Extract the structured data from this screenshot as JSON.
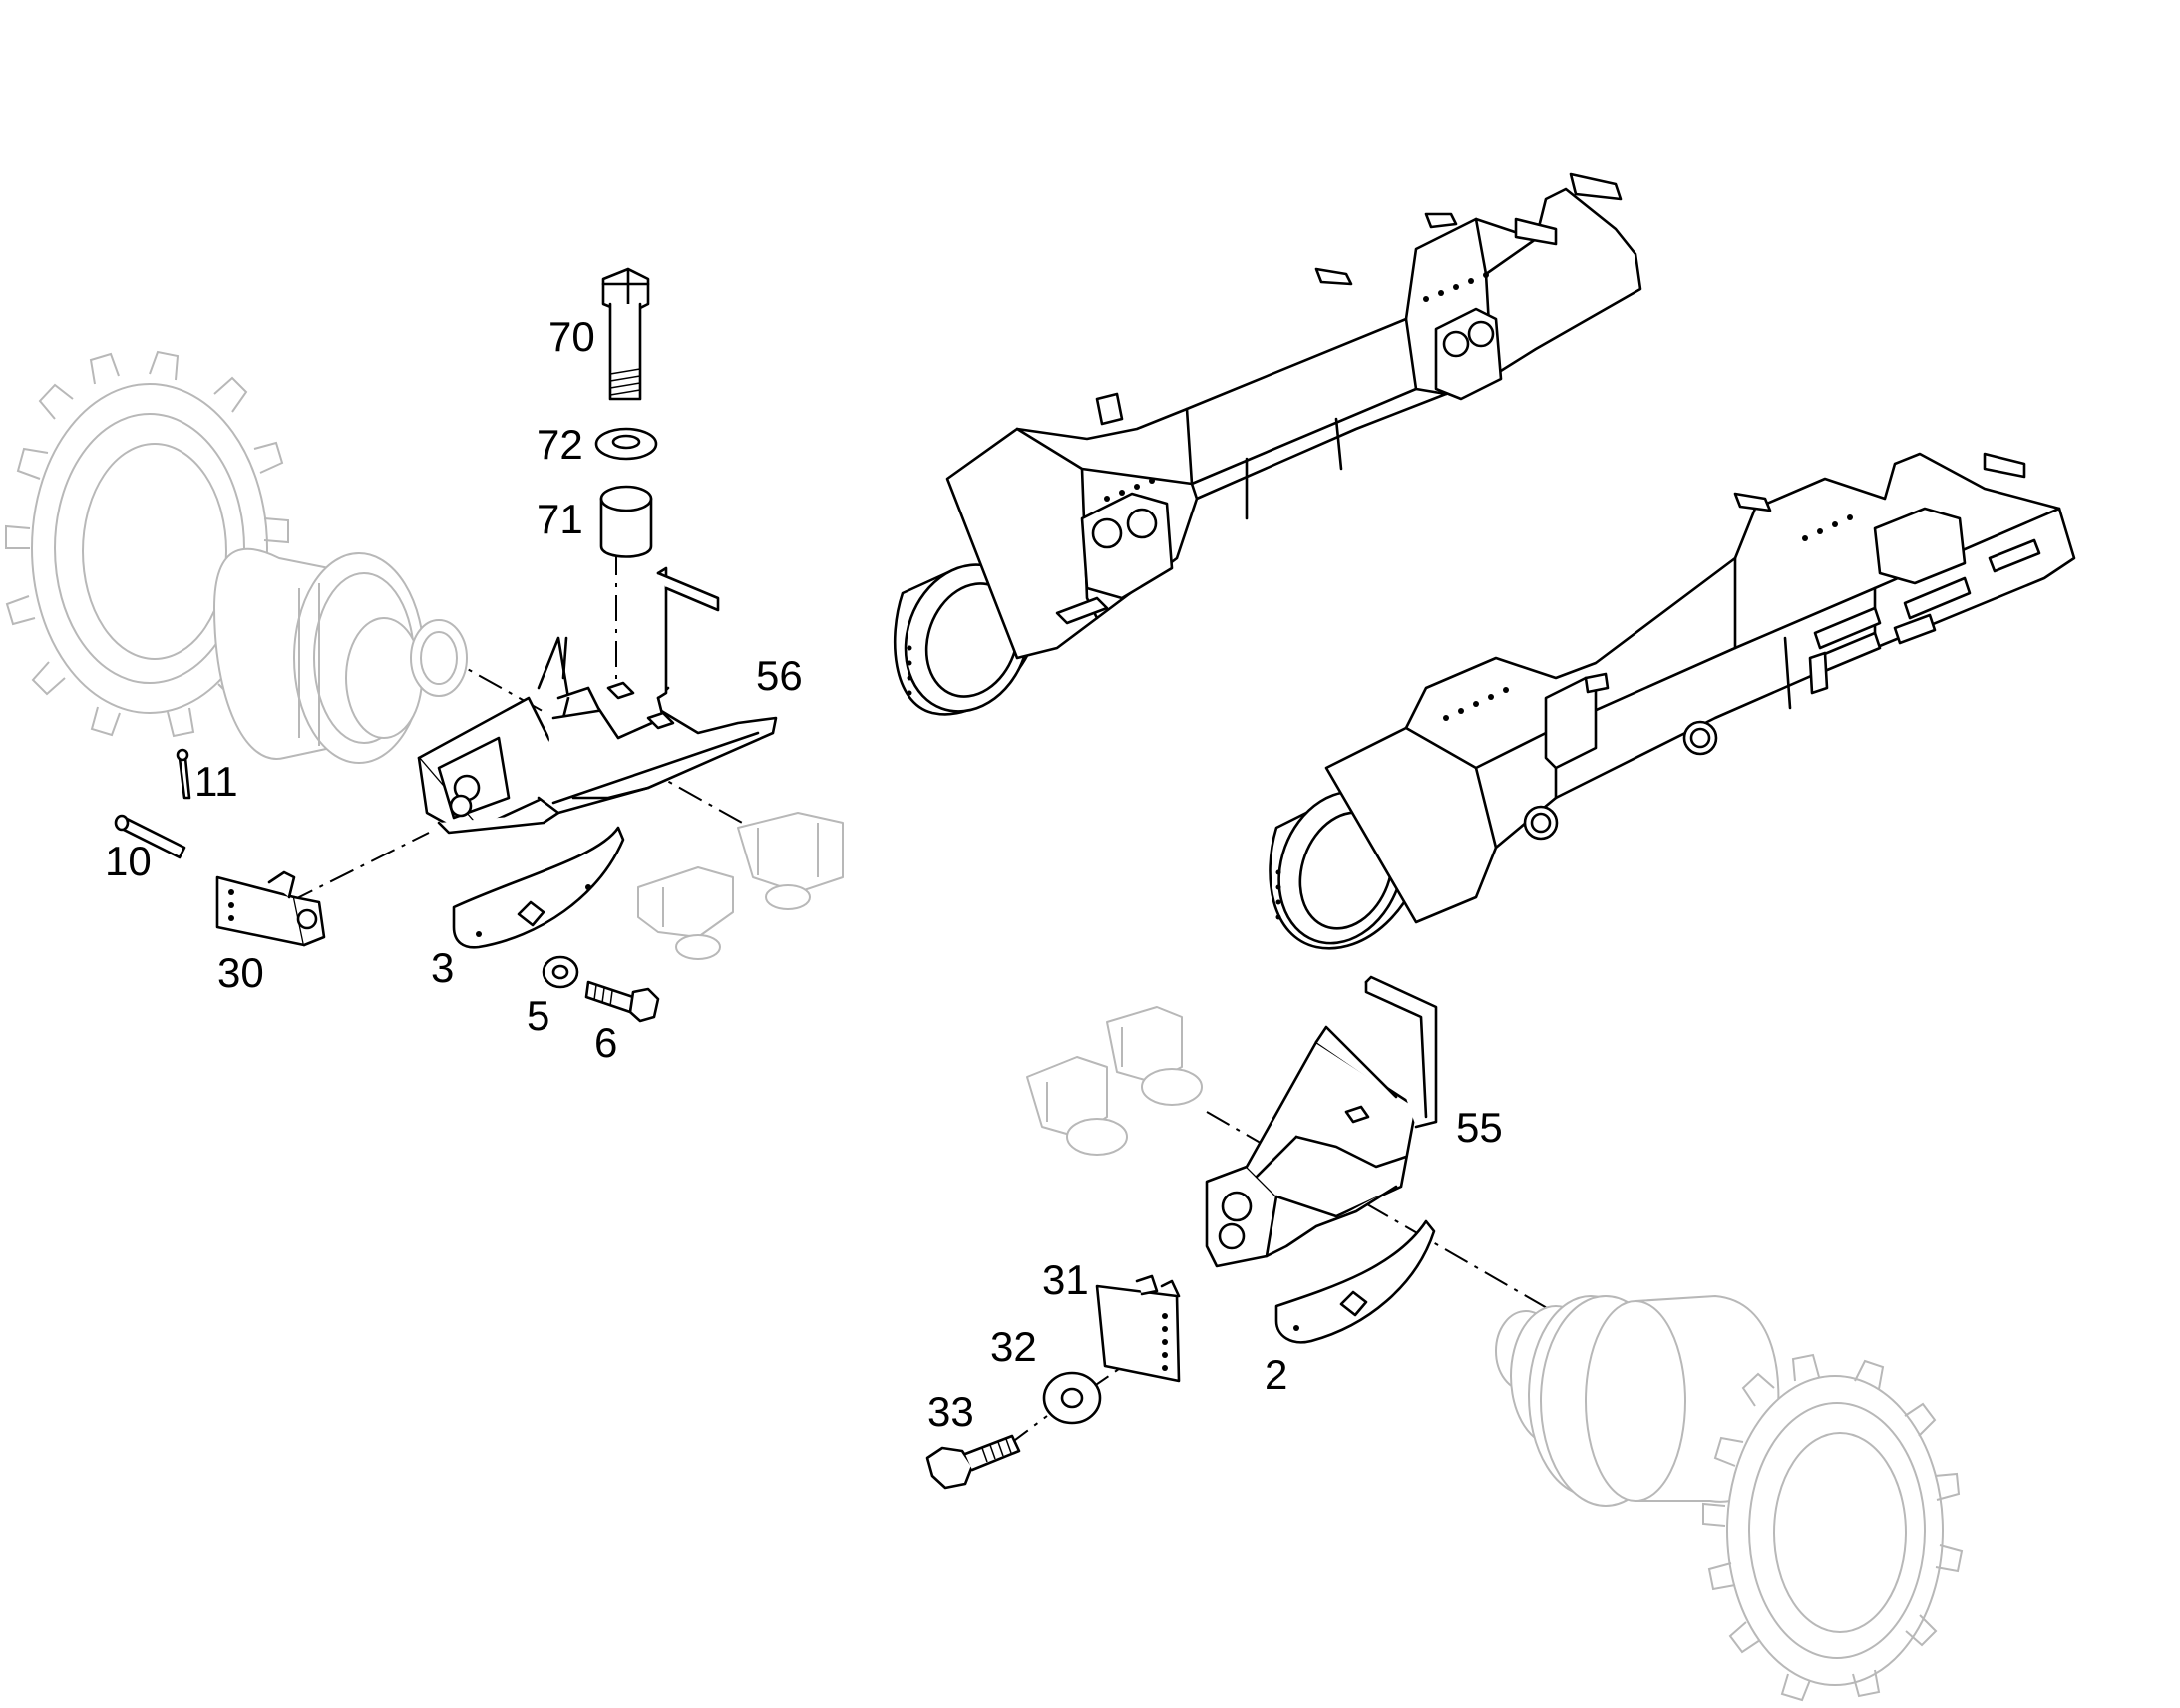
{
  "callouts": {
    "p2": "2",
    "p3": "3",
    "p5": "5",
    "p6": "6",
    "p10": "10",
    "p11": "11",
    "p30": "30",
    "p31": "31",
    "p32": "32",
    "p33": "33",
    "p55": "55",
    "p56": "56",
    "p70": "70",
    "p71": "71",
    "p72": "72"
  }
}
